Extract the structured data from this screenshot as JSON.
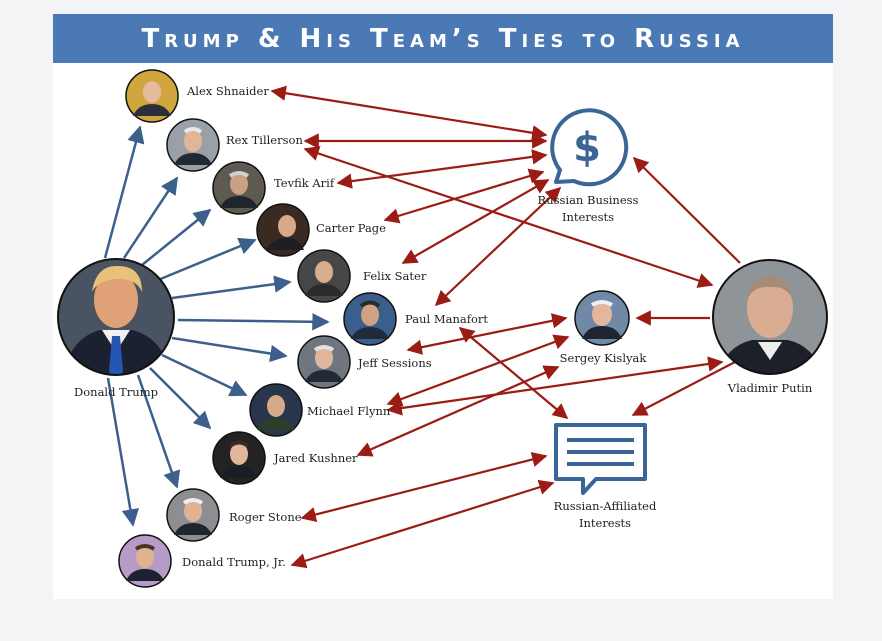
{
  "title": "Trump & His Team’s Ties to Russia",
  "colors": {
    "banner": "#4a79b6",
    "blue_arrow": "#3d5f8c",
    "red_arrow": "#9b1b15",
    "icon_stroke": "#3b6596"
  },
  "nodes": {
    "trump": "Donald Trump",
    "putin": "Vladimir Putin",
    "business": [
      "Russian Business",
      "Interests"
    ],
    "affiliated": [
      "Russian-Affiliated",
      "Interests"
    ],
    "kislyak": "Sergey Kislyak",
    "associates": [
      "Alex Shnaider",
      "Rex Tillerson",
      "Tevfik Arif",
      "Carter Page",
      "Felix Sater",
      "Paul Manafort",
      "Jeff Sessions",
      "Michael Flynn",
      "Jared Kushner",
      "Roger Stone",
      "Donald Trump, Jr."
    ]
  },
  "icons": {
    "business": "dollar-speech-bubble-icon",
    "affiliated": "text-speech-bubble-icon"
  }
}
